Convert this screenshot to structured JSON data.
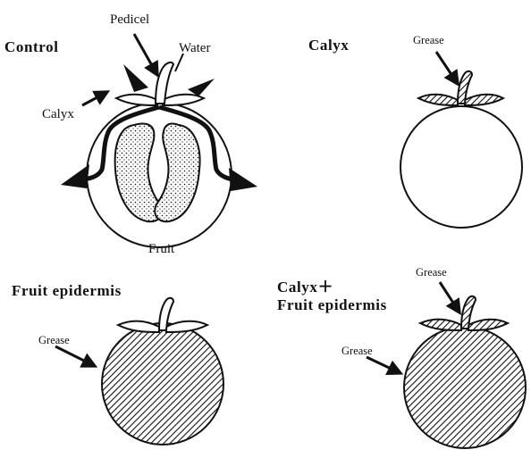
{
  "panels": {
    "control": {
      "title": "Control",
      "labels": {
        "pedicel": "Pedicel",
        "water": "Water",
        "calyx": "Calyx",
        "fruit": "Fruit"
      }
    },
    "calyx": {
      "title": "Calyx",
      "labels": {
        "grease": "Grease"
      }
    },
    "fruit_epidermis": {
      "title": "Fruit epidermis",
      "labels": {
        "grease": "Grease"
      }
    },
    "calyx_fruit_epidermis": {
      "title_line1": "Calyx＋",
      "title_line2": "Fruit epidermis",
      "labels": {
        "grease_top": "Grease",
        "grease_left": "Grease"
      }
    }
  },
  "colors": {
    "ink": "#111111",
    "background": "#ffffff"
  }
}
